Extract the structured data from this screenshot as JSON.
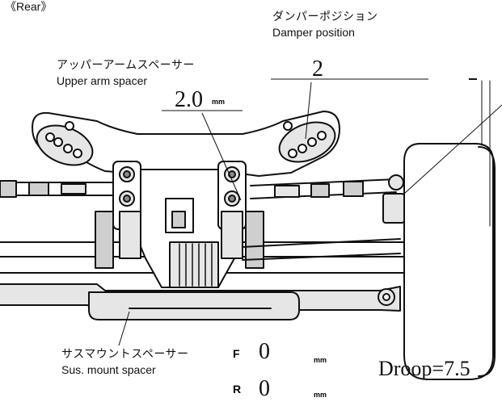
{
  "header": {
    "section_label": "《Rear》"
  },
  "damper": {
    "jp_label": "ダンパーポジション",
    "en_label": "Damper position",
    "value": "2"
  },
  "upper_arm": {
    "jp_label": "アッパーアームスペーサー",
    "en_label": "Upper arm spacer",
    "value": "2.0",
    "unit": "mm"
  },
  "sus_mount": {
    "jp_label": "サスマウントスペーサー",
    "en_label": "Sus. mount spacer",
    "front_label": "F",
    "front_value": "0",
    "front_unit": "mm",
    "rear_label": "R",
    "rear_value": "0",
    "rear_unit": "mm"
  },
  "droop": {
    "text": "Droop=7.5"
  },
  "colors": {
    "line": "#111111",
    "fill_light": "#e6e6e6",
    "fill_mid": "#cfcfcf",
    "fill_dark": "#8a8a8a",
    "background": "#ffffff"
  }
}
